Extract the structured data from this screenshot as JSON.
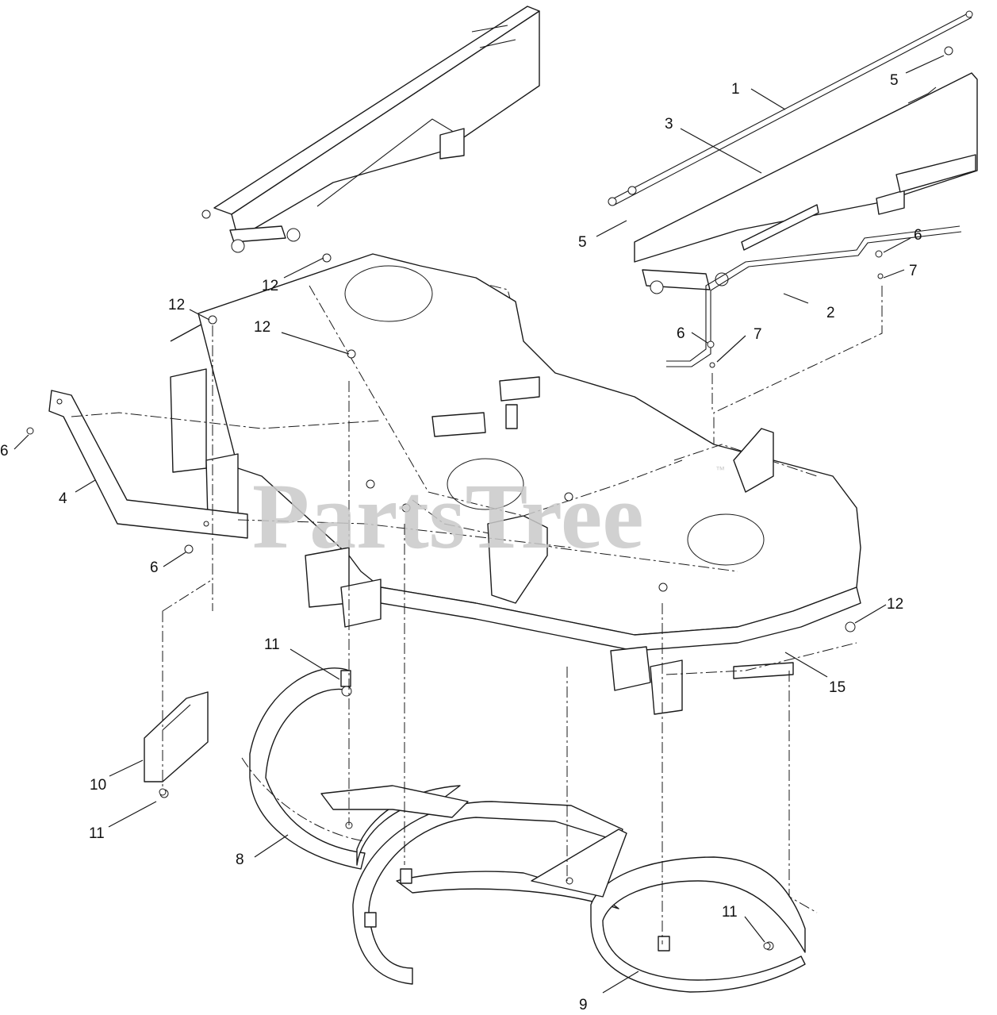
{
  "watermark": {
    "text": "PartsTree",
    "trademark": "™"
  },
  "callouts": [
    {
      "id": "c1",
      "label": "1"
    },
    {
      "id": "c2",
      "label": "2"
    },
    {
      "id": "c3",
      "label": "3"
    },
    {
      "id": "c4",
      "label": "4"
    },
    {
      "id": "c5a",
      "label": "5"
    },
    {
      "id": "c5b",
      "label": "5"
    },
    {
      "id": "c6a",
      "label": "6"
    },
    {
      "id": "c6b",
      "label": "6"
    },
    {
      "id": "c6c",
      "label": "6"
    },
    {
      "id": "c6d",
      "label": "6"
    },
    {
      "id": "c7a",
      "label": "7"
    },
    {
      "id": "c7b",
      "label": "7"
    },
    {
      "id": "c8",
      "label": "8"
    },
    {
      "id": "c9",
      "label": "9"
    },
    {
      "id": "c10",
      "label": "10"
    },
    {
      "id": "c11a",
      "label": "11"
    },
    {
      "id": "c11b",
      "label": "11"
    },
    {
      "id": "c11c",
      "label": "11"
    },
    {
      "id": "c12a",
      "label": "12"
    },
    {
      "id": "c12b",
      "label": "12"
    },
    {
      "id": "c12c",
      "label": "12"
    },
    {
      "id": "c12d",
      "label": "12"
    },
    {
      "id": "c15",
      "label": "15"
    }
  ]
}
